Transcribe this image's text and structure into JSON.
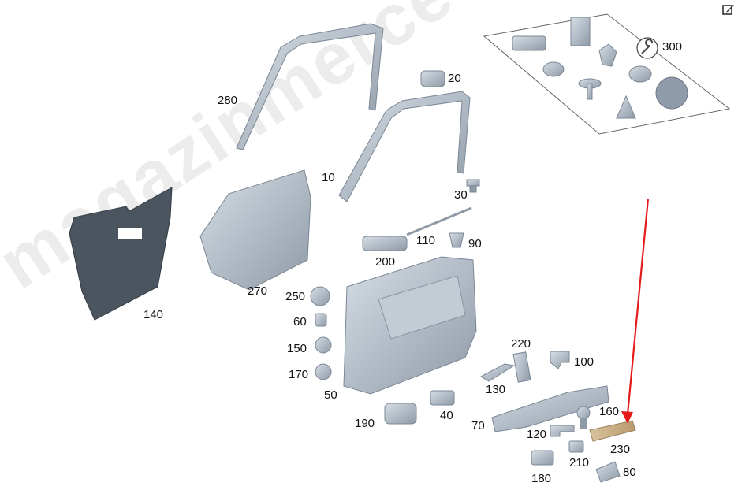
{
  "watermark": "magazinmercedes.ru",
  "arrow_color": "#e41b1b",
  "part_color": "#b4c0cc",
  "panel_color": "#4a5560",
  "trim_color": "#cdb48f",
  "icons": {
    "edit": "edit-icon",
    "service_kit": "wrench-icon"
  },
  "parts": [
    {
      "id": "p20",
      "label": "20"
    },
    {
      "id": "p280",
      "label": "280"
    },
    {
      "id": "p300",
      "label": "300"
    },
    {
      "id": "p10",
      "label": "10"
    },
    {
      "id": "p30",
      "label": "30"
    },
    {
      "id": "p110",
      "label": "110"
    },
    {
      "id": "p90",
      "label": "90"
    },
    {
      "id": "p200",
      "label": "200"
    },
    {
      "id": "p140",
      "label": "140"
    },
    {
      "id": "p270",
      "label": "270"
    },
    {
      "id": "p250",
      "label": "250"
    },
    {
      "id": "p60",
      "label": "60"
    },
    {
      "id": "p150",
      "label": "150"
    },
    {
      "id": "p170",
      "label": "170"
    },
    {
      "id": "p50",
      "label": "50"
    },
    {
      "id": "p190",
      "label": "190"
    },
    {
      "id": "p40",
      "label": "40"
    },
    {
      "id": "p220",
      "label": "220"
    },
    {
      "id": "p100",
      "label": "100"
    },
    {
      "id": "p130",
      "label": "130"
    },
    {
      "id": "p160",
      "label": "160"
    },
    {
      "id": "p70",
      "label": "70"
    },
    {
      "id": "p120",
      "label": "120"
    },
    {
      "id": "p230",
      "label": "230"
    },
    {
      "id": "p210",
      "label": "210"
    },
    {
      "id": "p180",
      "label": "180"
    },
    {
      "id": "p80",
      "label": "80"
    }
  ]
}
